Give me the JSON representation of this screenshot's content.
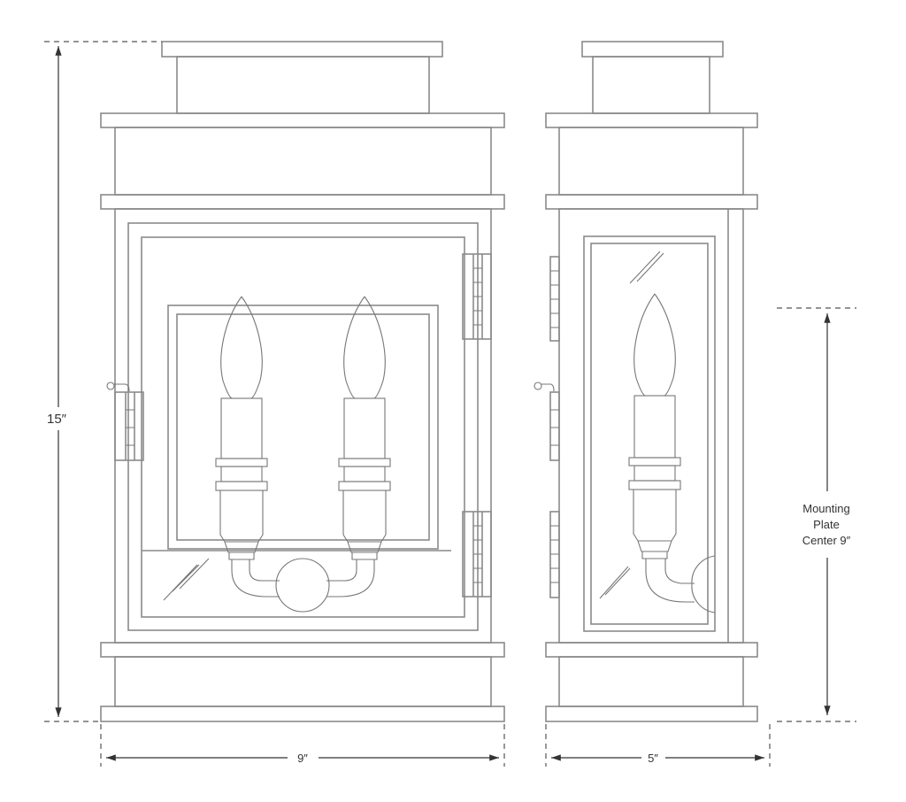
{
  "dimensions": {
    "height": "15″",
    "front_width": "9″",
    "side_width": "5″",
    "mounting": [
      "Mounting",
      "Plate",
      "Center 9″"
    ]
  },
  "colors": {
    "line": "#8a8a8a",
    "dimension": "#333333"
  }
}
